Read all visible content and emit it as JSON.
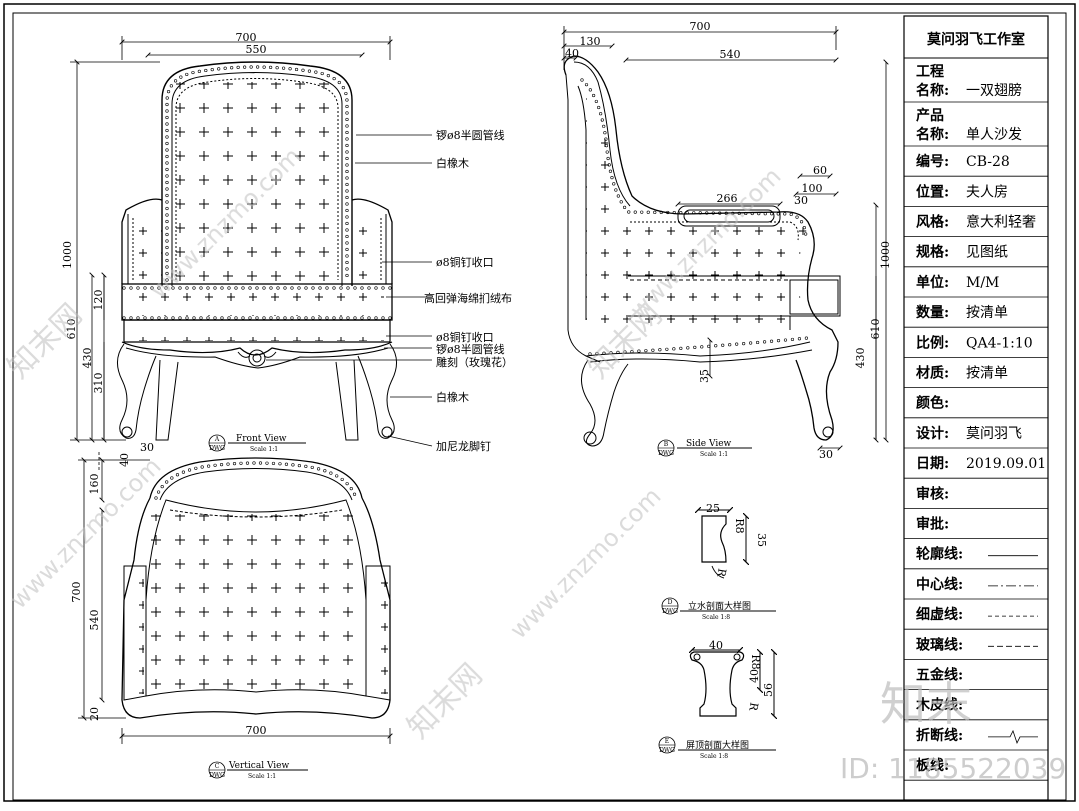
{
  "studio": "莫问羽飞工作室",
  "title_block": [
    {
      "key": "name",
      "label": "工程",
      "label2": "名称:",
      "value": "一双翅膀",
      "two_line": true
    },
    {
      "key": "product",
      "label": "产品",
      "label2": "名称:",
      "value": "单人沙发",
      "two_line": true
    },
    {
      "key": "code",
      "label": "编号:",
      "value": "CB-28"
    },
    {
      "key": "location",
      "label": "位置:",
      "value": "夫人房"
    },
    {
      "key": "style",
      "label": "风格:",
      "value": "意大利轻奢"
    },
    {
      "key": "spec",
      "label": "规格:",
      "value": "见图纸"
    },
    {
      "key": "unit",
      "label": "单位:",
      "value": "M/M"
    },
    {
      "key": "qty",
      "label": "数量:",
      "value": "按清单"
    },
    {
      "key": "scale",
      "label": "比例:",
      "value": "QA4-1:10"
    },
    {
      "key": "material",
      "label": "材质:",
      "value": "按清单"
    },
    {
      "key": "color",
      "label": "颜色:",
      "value": ""
    },
    {
      "key": "designer",
      "label": "设计:",
      "value": "莫问羽飞"
    },
    {
      "key": "date",
      "label": "日期:",
      "value": "2019.09.01"
    },
    {
      "key": "review",
      "label": "审核:",
      "value": ""
    },
    {
      "key": "approve",
      "label": "审批:",
      "value": ""
    },
    {
      "key": "outline",
      "label": "轮廓线:",
      "value": "",
      "line": "solid"
    },
    {
      "key": "center",
      "label": "中心线:",
      "value": "",
      "line": "center"
    },
    {
      "key": "hidden",
      "label": "细虚线:",
      "value": "",
      "line": "dash"
    },
    {
      "key": "glass",
      "label": "玻璃线:",
      "value": "",
      "line": "dash2"
    },
    {
      "key": "hardware",
      "label": "五金线:",
      "value": "",
      "line": "none"
    },
    {
      "key": "leather",
      "label": "木皮线:",
      "value": "",
      "line": "none"
    },
    {
      "key": "fold",
      "label": "折断线:",
      "value": "",
      "line": "break"
    },
    {
      "key": "other",
      "label": "板线:",
      "value": "",
      "line": "none"
    }
  ],
  "front_view": {
    "label": "Front View",
    "letter": "A",
    "scale": "Scale 1:1",
    "tag": "DWG",
    "dims": {
      "total_width": "700",
      "inner_width": "550",
      "height": "1000",
      "seat": "610",
      "cushion": "120",
      "h430": "430",
      "h310": "310",
      "leg_off": "30",
      "h40": "40"
    }
  },
  "annotations": {
    "brass_trim": "锣ø8半圆管线",
    "white_oak1": "白橡木",
    "nail1": "ø8铜钉收口",
    "sponge": "高回弹海绵扪绒布",
    "nail2": "ø8铜钉收口",
    "brass_trim2": "锣ø8半圆管线",
    "carving": "雕刻（玫瑰花）",
    "white_oak2": "白橡木",
    "foot": "加尼龙脚钉"
  },
  "side_view": {
    "label": "Side View",
    "letter": "B",
    "scale": "Scale 1:1",
    "tag": "DWG",
    "dims": {
      "total_width": "700",
      "d130": "130",
      "d40": "40",
      "d540": "540",
      "d266": "266",
      "d60": "60",
      "d100": "100",
      "d30": "30",
      "d35": "35",
      "height": "1000",
      "seat": "610",
      "h430": "430",
      "r30": "30"
    }
  },
  "vertical_view": {
    "label": "Vertical View",
    "letter": "C",
    "scale": "Scale 1:1",
    "tag": "DWG",
    "dims": {
      "width": "700",
      "depth": "700",
      "d160": "160",
      "d540": "540",
      "d20": "20"
    }
  },
  "section_d": {
    "label": "立水剖面大样图",
    "letter": "D",
    "scale": "Scale 1:8",
    "tag": "DWG",
    "dims": {
      "w": "25",
      "h": "35",
      "r": "R8",
      "r2": "R"
    }
  },
  "section_e": {
    "label": "屏顶剖面大样图",
    "letter": "E",
    "scale": "Scale 1:8",
    "tag": "DWG",
    "dims": {
      "w": "40",
      "h40": "40",
      "h56": "56",
      "r": "R8",
      "r2": "R"
    }
  },
  "watermarks": {
    "site": "www.znzmo.com",
    "brand": "知末网",
    "big": "知末",
    "id": "ID: 1185522039"
  }
}
